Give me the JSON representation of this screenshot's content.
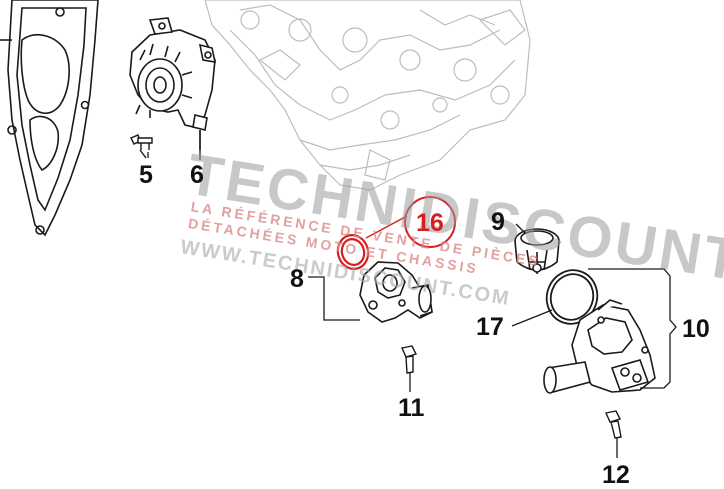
{
  "callouts": {
    "c5": "5",
    "c6": "6",
    "c8": "8",
    "c9": "9",
    "c10": "10",
    "c11": "11",
    "c12": "12",
    "c16": "16",
    "c17": "17"
  },
  "watermark": {
    "brand": "TECHNIDISCOUNT",
    "line1": "LA RÉFÉRENCE DE VENTE DE PIÈCES",
    "line2": "DÉTACHÉES MOTO ET CHASSIS",
    "url": "WWW.TECHNIDISCOUNT.COM"
  },
  "colors": {
    "line": "#1a1a1a",
    "engine_ghost": "#bdbdbd",
    "highlight": "#d42020",
    "watermark": "#9a9a9a"
  }
}
